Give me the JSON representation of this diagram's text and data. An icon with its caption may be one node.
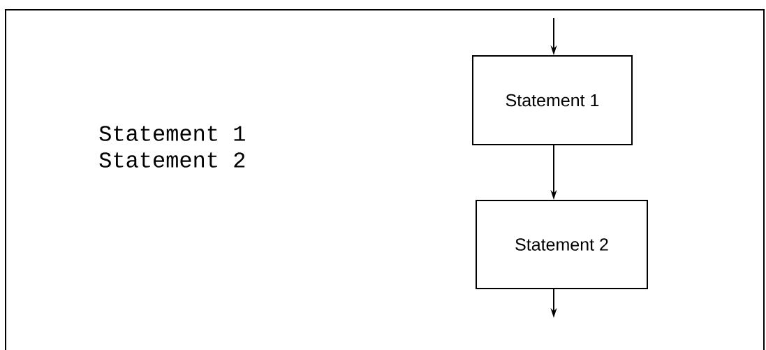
{
  "diagram": {
    "nodes": [
      {
        "text": [
          "Statement 1"
        ]
      },
      {
        "text": [
          "Statement 2"
        ]
      }
    ],
    "edges": [
      {
        "from": null,
        "to": 0,
        "arrow": "to"
      },
      {
        "from": 0,
        "to": 1,
        "arrow": "to"
      },
      {
        "from": 1,
        "to": null,
        "arrow": "to"
      }
    ],
    "labels": [
      "Statement 1",
      "Statement 2"
    ]
  }
}
